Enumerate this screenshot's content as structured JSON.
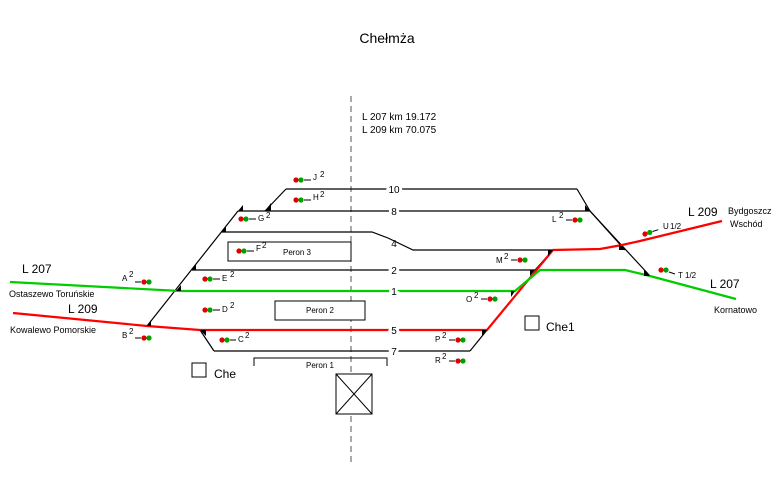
{
  "title": "Chełmża",
  "km": {
    "l207": "L 207  km  19.172",
    "l209": "L 209  km  70.075"
  },
  "track_numbers": {
    "t10": "10",
    "t8": "8",
    "t4": "4",
    "t2": "2",
    "t1": "1",
    "t5": "5",
    "t7": "7"
  },
  "lines": {
    "l207_left": "L 207",
    "l209_left": "L 209",
    "l209_right": "L 209",
    "l207_right": "L 207",
    "dest_ostaszewo": "Ostaszewo Toruńskie",
    "dest_kowalewo": "Kowalewo Pomorskie",
    "dest_bydgoszcz_1": "Bydgoszcz",
    "dest_bydgoszcz_2": "Wschód",
    "dest_kornatowo": "Kornatowo"
  },
  "platforms": {
    "p1": "Peron 1",
    "p2": "Peron 2",
    "p3": "Peron 3"
  },
  "posts": {
    "che": "Che",
    "che1": "Che1"
  },
  "signals": {
    "J": {
      "name": "J",
      "sup": "2"
    },
    "H": {
      "name": "H",
      "sup": "2"
    },
    "G": {
      "name": "G",
      "sup": "2"
    },
    "F": {
      "name": "F",
      "sup": "2"
    },
    "E": {
      "name": "E",
      "sup": "2"
    },
    "A": {
      "name": "A",
      "sup": "2"
    },
    "D": {
      "name": "D",
      "sup": "2"
    },
    "C": {
      "name": "C",
      "sup": "2"
    },
    "B": {
      "name": "B",
      "sup": "2"
    },
    "L": {
      "name": "L",
      "sup": "2"
    },
    "M": {
      "name": "M",
      "sup": "2"
    },
    "O": {
      "name": "O",
      "sup": "2"
    },
    "P": {
      "name": "P",
      "sup": "2"
    },
    "R": {
      "name": "R",
      "sup": "2"
    },
    "U": {
      "name": "U",
      "sup": "1/2"
    },
    "T": {
      "name": "T",
      "sup": "1/2"
    }
  },
  "colors": {
    "line_209": "#ff0000",
    "line_207": "#00cc00",
    "signal_red": "#e00000",
    "signal_green": "#00a000"
  }
}
